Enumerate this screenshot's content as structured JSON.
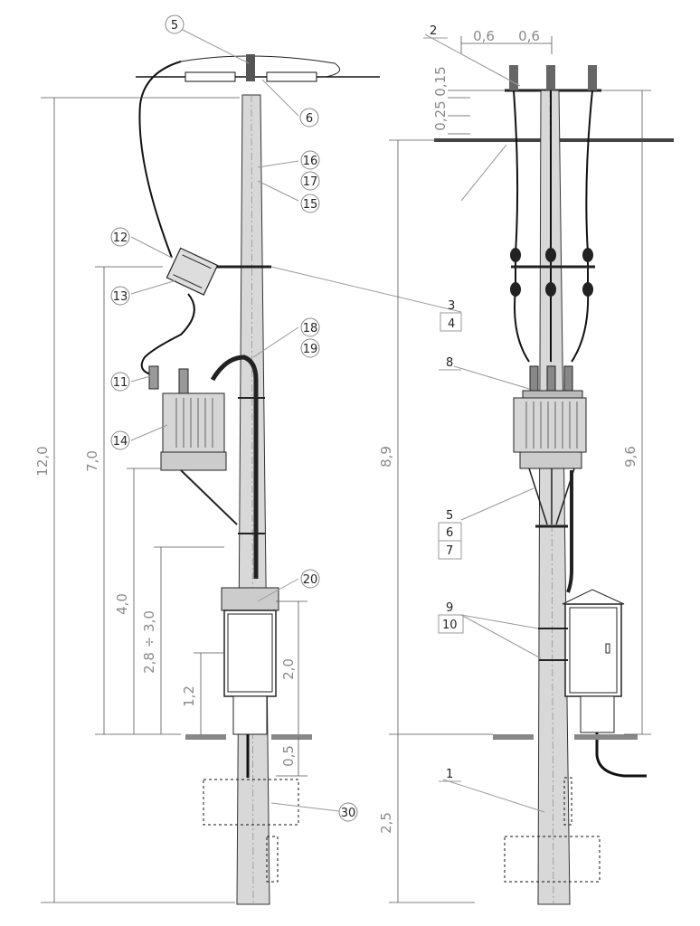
{
  "dimensions": {
    "total_height": "12,0",
    "bracket_height": "7,0",
    "transformer_height": "4,0",
    "cabinet_top": "2,8 ÷ 3,0",
    "cabinet_bottom": "1,2",
    "cabinet_height": "2,0",
    "below_ground": "0,5",
    "right_line_height": "8,9",
    "right_top_height": "9,6",
    "burial_depth": "2,5",
    "crossarm_left": "0,6",
    "crossarm_right": "0,6",
    "insulator_height": "0,15",
    "arm_spacing": "0,25"
  },
  "left_callouts": {
    "c5": "5",
    "c6": "6",
    "c16": "16",
    "c17": "17",
    "c15": "15",
    "c12": "12",
    "c13": "13",
    "c3": "3",
    "c4": "4",
    "c18": "18",
    "c19": "19",
    "c11": "11",
    "c14": "14",
    "c20": "20",
    "c30": "30"
  },
  "right_callouts": {
    "r2": "2",
    "r8": "8",
    "r5": "5",
    "r6": "6",
    "r7": "7",
    "r9": "9",
    "r10": "10",
    "r1": "1"
  }
}
